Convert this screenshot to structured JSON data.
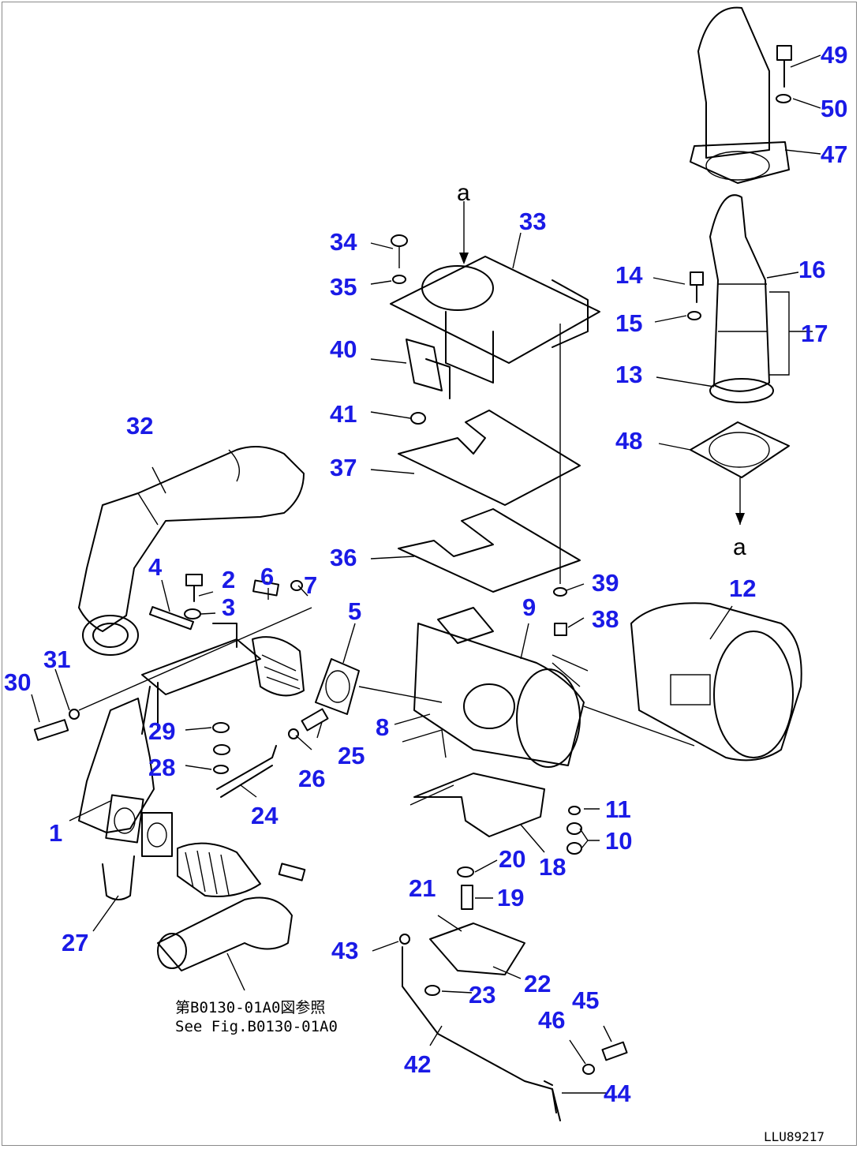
{
  "reference_note": {
    "line1": "第B0130-01A0図参照",
    "line2": "See Fig.B0130-01A0"
  },
  "drawing_code": "LLU89217",
  "section_marks": {
    "top": "a",
    "bottom": "a"
  },
  "callouts": [
    {
      "id": "c1",
      "text": "1"
    },
    {
      "id": "c2",
      "text": "2"
    },
    {
      "id": "c3",
      "text": "3"
    },
    {
      "id": "c4",
      "text": "4"
    },
    {
      "id": "c5",
      "text": "5"
    },
    {
      "id": "c6",
      "text": "6"
    },
    {
      "id": "c7",
      "text": "7"
    },
    {
      "id": "c8",
      "text": "8"
    },
    {
      "id": "c9",
      "text": "9"
    },
    {
      "id": "c10",
      "text": "10"
    },
    {
      "id": "c11",
      "text": "11"
    },
    {
      "id": "c12",
      "text": "12"
    },
    {
      "id": "c13",
      "text": "13"
    },
    {
      "id": "c14",
      "text": "14"
    },
    {
      "id": "c15",
      "text": "15"
    },
    {
      "id": "c16",
      "text": "16"
    },
    {
      "id": "c17",
      "text": "17"
    },
    {
      "id": "c18",
      "text": "18"
    },
    {
      "id": "c19",
      "text": "19"
    },
    {
      "id": "c20",
      "text": "20"
    },
    {
      "id": "c21",
      "text": "21"
    },
    {
      "id": "c22",
      "text": "22"
    },
    {
      "id": "c23",
      "text": "23"
    },
    {
      "id": "c24",
      "text": "24"
    },
    {
      "id": "c25",
      "text": "25"
    },
    {
      "id": "c26",
      "text": "26"
    },
    {
      "id": "c27",
      "text": "27"
    },
    {
      "id": "c28",
      "text": "28"
    },
    {
      "id": "c29",
      "text": "29"
    },
    {
      "id": "c30",
      "text": "30"
    },
    {
      "id": "c31",
      "text": "31"
    },
    {
      "id": "c32",
      "text": "32"
    },
    {
      "id": "c33",
      "text": "33"
    },
    {
      "id": "c34",
      "text": "34"
    },
    {
      "id": "c35",
      "text": "35"
    },
    {
      "id": "c36",
      "text": "36"
    },
    {
      "id": "c37",
      "text": "37"
    },
    {
      "id": "c38",
      "text": "38"
    },
    {
      "id": "c39",
      "text": "39"
    },
    {
      "id": "c40",
      "text": "40"
    },
    {
      "id": "c41",
      "text": "41"
    },
    {
      "id": "c42",
      "text": "42"
    },
    {
      "id": "c43",
      "text": "43"
    },
    {
      "id": "c44",
      "text": "44"
    },
    {
      "id": "c45",
      "text": "45"
    },
    {
      "id": "c46",
      "text": "46"
    },
    {
      "id": "c47",
      "text": "47"
    },
    {
      "id": "c48",
      "text": "48"
    },
    {
      "id": "c49",
      "text": "49"
    },
    {
      "id": "c50",
      "text": "50"
    }
  ]
}
